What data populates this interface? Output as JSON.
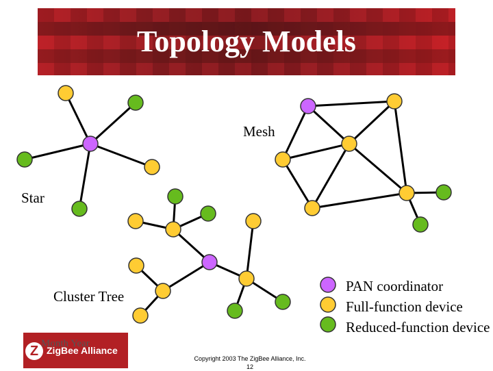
{
  "title": "Topology Models",
  "labels": {
    "mesh": "Mesh",
    "star": "Star",
    "cluster_tree": "Cluster Tree"
  },
  "legend": [
    {
      "label": "PAN coordinator",
      "color": "#cc66ff"
    },
    {
      "label": "Full-function device",
      "color": "#ffcc33"
    },
    {
      "label": "Reduced-function device",
      "color": "#66bb1e"
    }
  ],
  "footer": {
    "month_year": "Month Year",
    "logo_mark": "Z",
    "logo_text": "ZigBee Alliance",
    "copyright": "Copyright 2003 The ZigBee Alliance, Inc.",
    "page_number": "12"
  },
  "colors": {
    "pan": "#cc66ff",
    "ffd": "#ffcc33",
    "rfd": "#66bb1e",
    "banner": "#b21e24"
  }
}
